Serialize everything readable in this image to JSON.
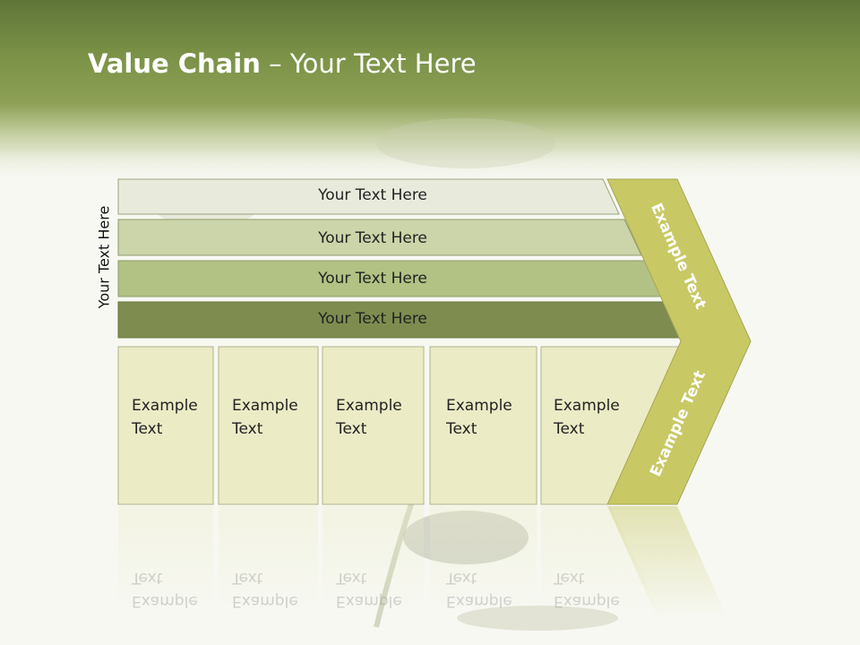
{
  "title": {
    "bold": "Value Chain",
    "rest": " – Your Text Here"
  },
  "side_label": "Your Text Here",
  "rows": [
    "Your Text Here",
    "Your Text Here",
    "Your Text Here",
    "Your Text Here"
  ],
  "cells": [
    {
      "line1": "Example",
      "line2": "Text"
    },
    {
      "line1": "Example",
      "line2": "Text"
    },
    {
      "line1": "Example",
      "line2": "Text"
    },
    {
      "line1": "Example",
      "line2": "Text"
    },
    {
      "line1": "Example",
      "line2": "Text"
    }
  ],
  "chevron": {
    "upper": "Example Text",
    "lower": "Example Text"
  },
  "colors": {
    "header": "#7a9146",
    "row1": "#e8ebdc",
    "row2": "#cbd5a9",
    "row3": "#b1c284",
    "row4": "#7e8d4f",
    "cell": "#ebebc6",
    "chevron": "#c8c865"
  }
}
